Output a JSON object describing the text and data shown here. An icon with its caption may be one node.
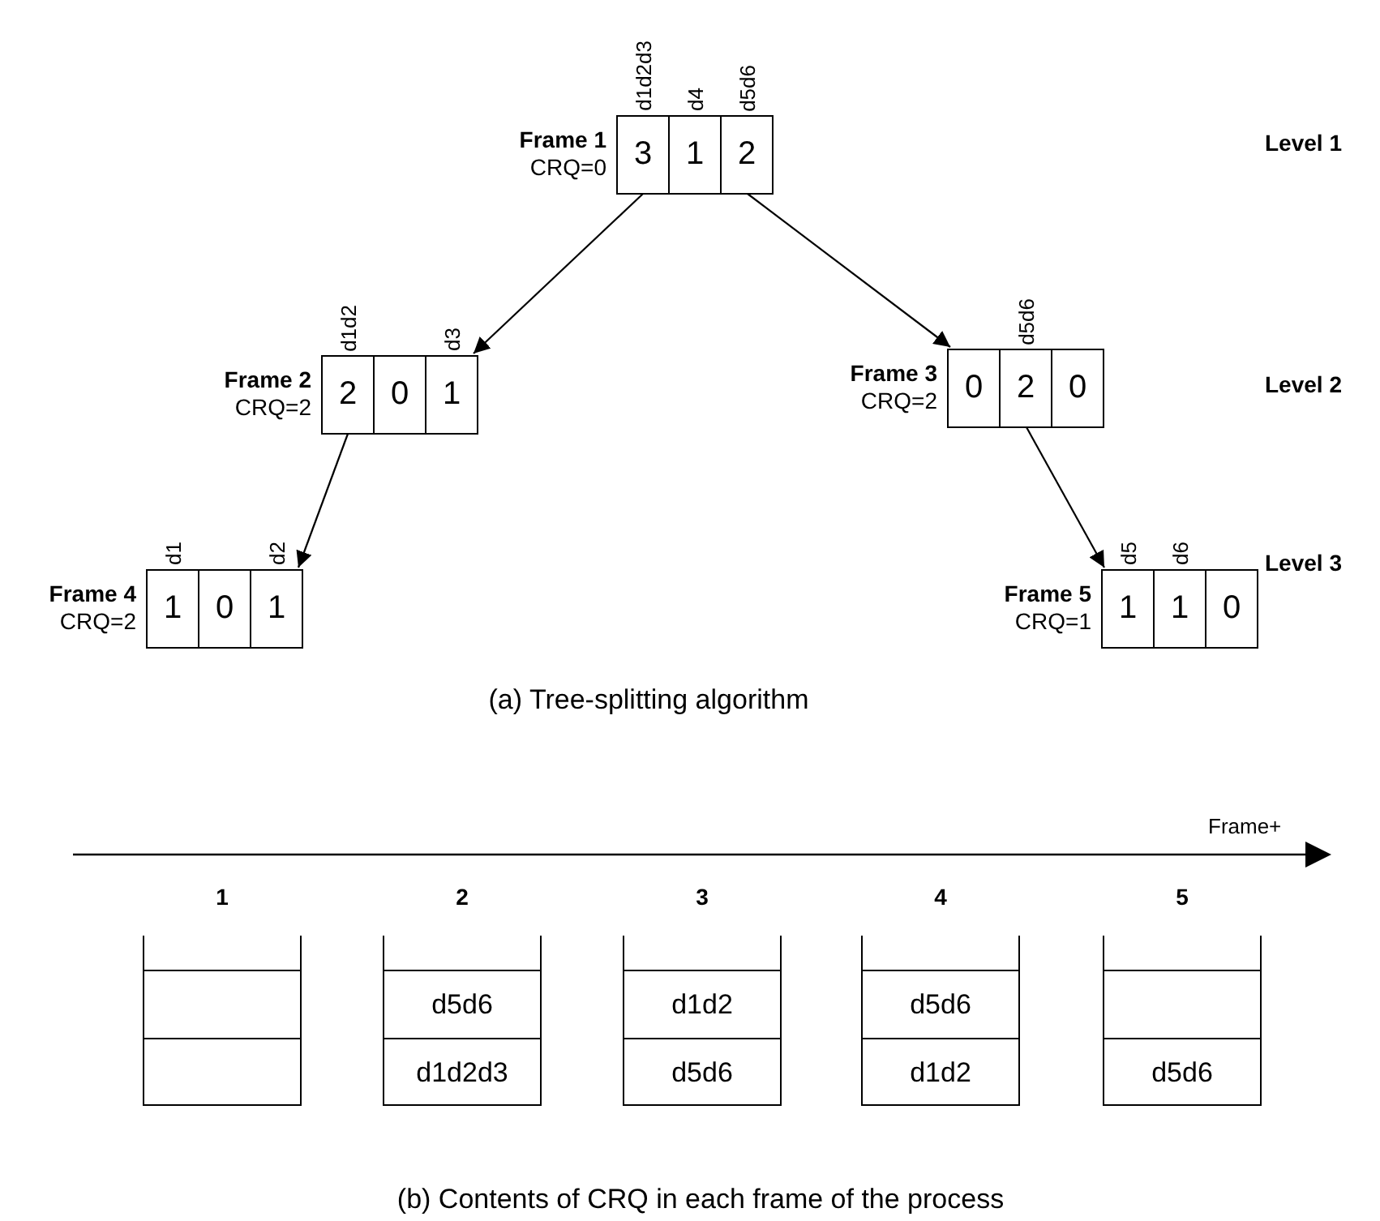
{
  "diagram": {
    "nodes": [
      {
        "text": [
          "Frame 1",
          "CRQ=0"
        ]
      },
      {
        "text": [
          "3"
        ],
        "beside": [
          "d1d2d3"
        ],
        "in": 0
      },
      {
        "text": [
          "1"
        ],
        "beside": [
          "d4"
        ],
        "in": 0
      },
      {
        "text": [
          "2"
        ],
        "beside": [
          "d5d6"
        ],
        "in": 0
      },
      {
        "text": [
          "Frame 2",
          "CRQ=2"
        ]
      },
      {
        "text": [
          "2"
        ],
        "beside": [
          "d1d2"
        ],
        "in": 4
      },
      {
        "text": [
          "0"
        ],
        "in": 4
      },
      {
        "text": [
          "1"
        ],
        "beside": [
          "d3"
        ],
        "in": 4
      },
      {
        "text": [
          "Frame 3",
          "CRQ=2"
        ]
      },
      {
        "text": [
          "0"
        ],
        "in": 8
      },
      {
        "text": [
          "2"
        ],
        "beside": [
          "d5d6"
        ],
        "in": 8
      },
      {
        "text": [
          "0"
        ],
        "in": 8
      },
      {
        "text": [
          "Frame 4",
          "CRQ=2"
        ]
      },
      {
        "text": [
          "1"
        ],
        "beside": [
          "d1"
        ],
        "in": 12
      },
      {
        "text": [
          "0"
        ],
        "in": 12
      },
      {
        "text": [
          "1"
        ],
        "beside": [
          "d2"
        ],
        "in": 12
      },
      {
        "text": [
          "Frame 5",
          "CRQ=1"
        ]
      },
      {
        "text": [
          "1"
        ],
        "beside": [
          "d5"
        ],
        "in": 16
      },
      {
        "text": [
          "1"
        ],
        "beside": [
          "d6"
        ],
        "in": 16
      },
      {
        "text": [
          "0"
        ],
        "in": 16
      },
      {
        "text": [],
        "shape": "box",
        "beside": [
          "1"
        ]
      },
      {
        "text": [],
        "shape": "box",
        "in": 20
      },
      {
        "text": [],
        "shape": "box",
        "in": 20
      },
      {
        "text": [],
        "shape": "box",
        "beside": [
          "2"
        ]
      },
      {
        "text": [
          "d5d6"
        ],
        "in": 23
      },
      {
        "text": [
          "d1d2d3"
        ],
        "in": 23
      },
      {
        "text": [],
        "shape": "box",
        "beside": [
          "3"
        ]
      },
      {
        "text": [
          "d1d2"
        ],
        "in": 26
      },
      {
        "text": [
          "d5d6"
        ],
        "in": 26
      },
      {
        "text": [],
        "shape": "box",
        "beside": [
          "4"
        ]
      },
      {
        "text": [
          "d5d6"
        ],
        "in": 29
      },
      {
        "text": [
          "d1d2"
        ],
        "in": 29
      },
      {
        "text": [],
        "shape": "box",
        "beside": [
          "5"
        ]
      },
      {
        "text": [],
        "shape": "box",
        "in": 32
      },
      {
        "text": [
          "d5d6"
        ],
        "in": 32
      }
    ],
    "edges": [
      {
        "from": 1,
        "to": 4,
        "arrow": "to"
      },
      {
        "from": 3,
        "to": 8,
        "arrow": "to"
      },
      {
        "from": 5,
        "to": 12,
        "arrow": "to"
      },
      {
        "from": 10,
        "to": 16,
        "arrow": "to"
      }
    ],
    "labels": [
      "Level 1",
      "Level 2",
      "Level 3",
      "(a) Tree-splitting algorithm",
      "Frame+",
      "(b) Contents of CRQ in each frame of the process"
    ]
  }
}
